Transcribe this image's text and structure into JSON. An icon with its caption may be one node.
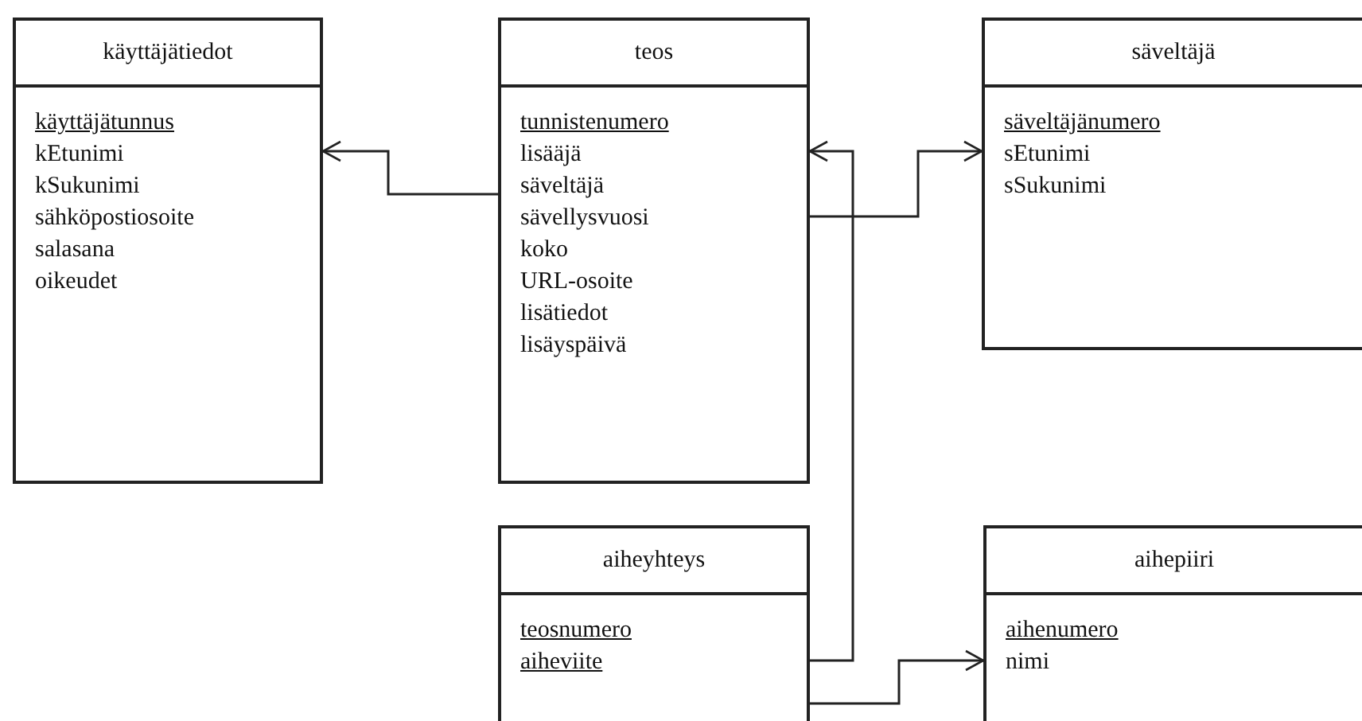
{
  "diagram": {
    "nodes": [
      {
        "text": [
          "käyttäjätiedot",
          "käyttäjätunnus",
          "kEtunimi",
          "kSukunimi",
          "sähköpostiosoite",
          "salasana",
          "oikeudet"
        ]
      },
      {
        "text": [
          "teos",
          "tunnistenumero",
          "lisääjä",
          "säveltäjä",
          "sävellysvuosi",
          "koko",
          "URL-osoite",
          "lisätiedot",
          "lisäyspäivä"
        ]
      },
      {
        "text": [
          "säveltäjä",
          "säveltäjänumero",
          "sEtunimi",
          "sSukunimi"
        ]
      },
      {
        "text": [
          "aiheyhteys",
          "teosnumero",
          "aiheviite"
        ]
      },
      {
        "text": [
          "aihepiiri",
          "aihenumero",
          "nimi"
        ]
      }
    ],
    "edges": [
      {
        "from": 1,
        "to": 0,
        "arrow": "to"
      },
      {
        "from": 1,
        "to": 2,
        "arrow": "to"
      },
      {
        "from": 3,
        "to": 1,
        "arrow": "to"
      },
      {
        "from": 3,
        "to": 4,
        "arrow": "to"
      }
    ]
  }
}
